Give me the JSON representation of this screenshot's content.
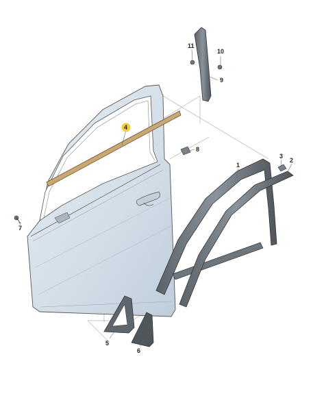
{
  "callouts": [
    {
      "id": "1",
      "label": "1"
    },
    {
      "id": "2",
      "label": "2"
    },
    {
      "id": "3",
      "label": "3"
    },
    {
      "id": "4",
      "label": "4"
    },
    {
      "id": "5",
      "label": "5"
    },
    {
      "id": "6",
      "label": "6"
    },
    {
      "id": "7",
      "label": "7"
    },
    {
      "id": "8",
      "label": "8"
    },
    {
      "id": "9",
      "label": "9"
    },
    {
      "id": "10",
      "label": "10"
    },
    {
      "id": "11",
      "label": "11"
    }
  ],
  "colors": {
    "door_fill": "#dbe4ec",
    "door_stroke": "#555555",
    "seal_fill": "#6e767d",
    "seal_stroke": "#333333",
    "highlight": "#f2cf3a",
    "strip_fill": "#c9a874"
  }
}
